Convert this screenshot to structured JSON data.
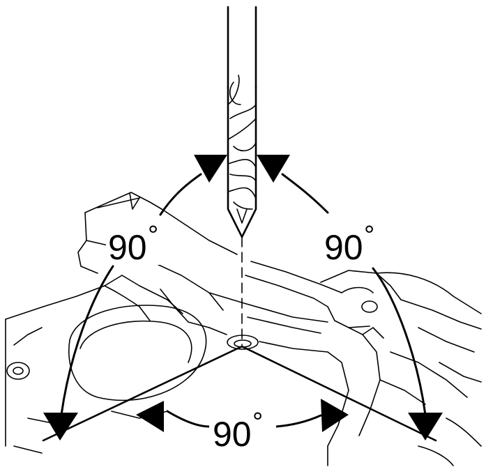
{
  "angle_labels": {
    "upper_left": {
      "value": "90",
      "unit": "°"
    },
    "upper_right": {
      "value": "90",
      "unit": "°"
    },
    "bottom": {
      "value": "90",
      "unit": "°"
    }
  }
}
